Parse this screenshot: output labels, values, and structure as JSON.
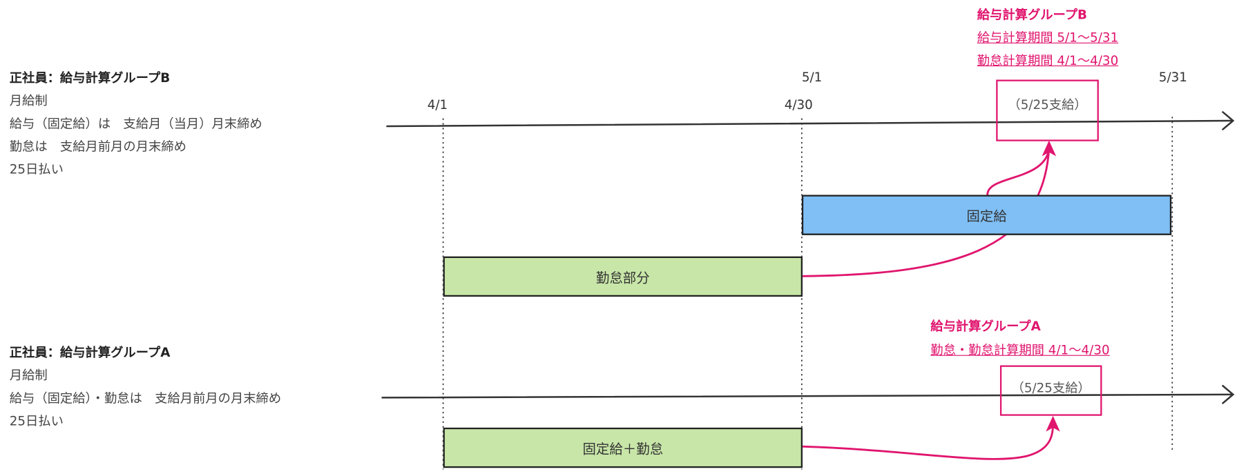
{
  "group_b": {
    "description": {
      "title": "正社員：給与計算グループB",
      "lines": [
        "月給制",
        "給与（固定給）は　支給月（当月）月末締め",
        "勤怠は　支給月前月の月末締め",
        "25日払い"
      ]
    },
    "callout": {
      "title": "給与計算グループB",
      "lines": [
        "給与計算期間 5/1～5/31",
        "勤怠計算期間 4/1～4/30"
      ]
    },
    "payday": "（5/25支給）",
    "bars": {
      "fixed": "固定給",
      "attendance": "勤怠部分"
    }
  },
  "group_a": {
    "description": {
      "title": "正社員：給与計算グループA",
      "lines": [
        "月給制",
        "給与（固定給）・勤怠は　支給月前月の月末締め",
        "25日払い"
      ]
    },
    "callout": {
      "title": "給与計算グループA",
      "lines": [
        "勤怠・勤怠計算期間 4/1～4/30"
      ]
    },
    "payday": "（5/25支給）",
    "bars": {
      "combined": "固定給＋勤怠"
    }
  },
  "dates": {
    "d1": "4/1",
    "d2": "4/30",
    "d3": "5/1",
    "d4": "5/31"
  },
  "colors": {
    "accent": "#e0156e",
    "fixed_bar": "#7fbff5",
    "attendance_bar": "#c8e6a8"
  }
}
